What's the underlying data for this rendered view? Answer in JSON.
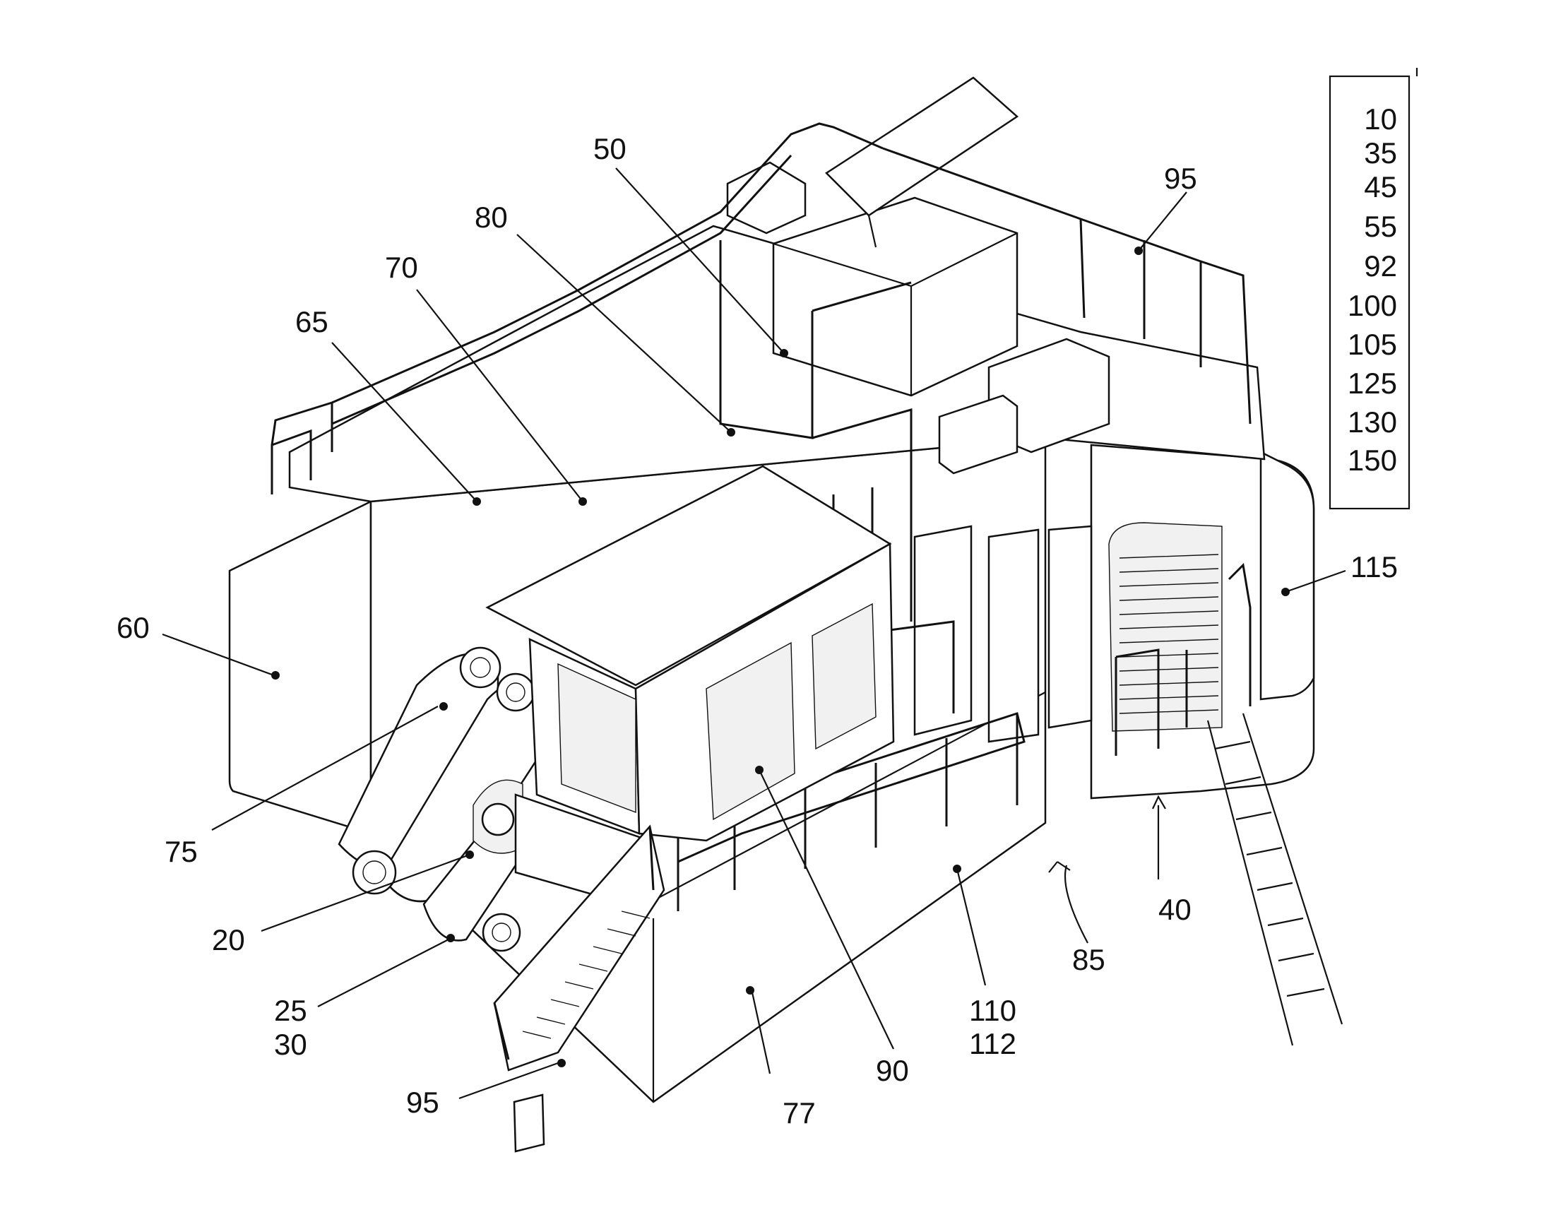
{
  "figure": {
    "labels": [
      {
        "id": "10",
        "text": "10"
      },
      {
        "id": "35",
        "text": "35"
      },
      {
        "id": "45",
        "text": "45"
      },
      {
        "id": "55",
        "text": "55"
      },
      {
        "id": "92",
        "text": "92"
      },
      {
        "id": "100",
        "text": "100"
      },
      {
        "id": "105",
        "text": "105"
      },
      {
        "id": "125",
        "text": "125"
      },
      {
        "id": "130",
        "text": "130"
      },
      {
        "id": "150",
        "text": "150"
      },
      {
        "id": "50",
        "text": "50"
      },
      {
        "id": "80",
        "text": "80"
      },
      {
        "id": "70",
        "text": "70"
      },
      {
        "id": "65",
        "text": "65"
      },
      {
        "id": "95a",
        "text": "95"
      },
      {
        "id": "115",
        "text": "115"
      },
      {
        "id": "60",
        "text": "60"
      },
      {
        "id": "75",
        "text": "75"
      },
      {
        "id": "20",
        "text": "20"
      },
      {
        "id": "25",
        "text": "25"
      },
      {
        "id": "30",
        "text": "30"
      },
      {
        "id": "95b",
        "text": "95"
      },
      {
        "id": "77",
        "text": "77"
      },
      {
        "id": "90",
        "text": "90"
      },
      {
        "id": "110",
        "text": "110"
      },
      {
        "id": "112",
        "text": "112"
      },
      {
        "id": "85",
        "text": "85"
      },
      {
        "id": "40",
        "text": "40"
      }
    ]
  }
}
